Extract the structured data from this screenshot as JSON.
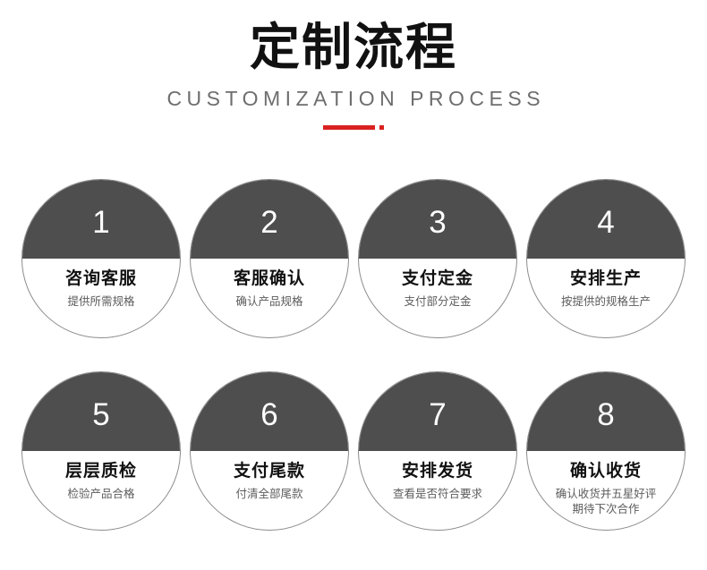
{
  "header": {
    "title": "定制流程",
    "subtitle": "CUSTOMIZATION PROCESS",
    "accent_color": "#d9211f",
    "title_color": "#111111",
    "subtitle_color": "#6e6e6e"
  },
  "style": {
    "circle_dark_color": "#4e4e4e",
    "circle_border_color": "#8c8c8c",
    "circle_bg_color": "#ffffff",
    "number_color": "#ffffff",
    "desc_color": "#5c5c5c"
  },
  "steps": [
    {
      "number": "1",
      "title": "咨询客服",
      "desc": "提供所需规格",
      "desc2": ""
    },
    {
      "number": "2",
      "title": "客服确认",
      "desc": "确认产品规格",
      "desc2": ""
    },
    {
      "number": "3",
      "title": "支付定金",
      "desc": "支付部分定金",
      "desc2": ""
    },
    {
      "number": "4",
      "title": "安排生产",
      "desc": "按提供的规格生产",
      "desc2": ""
    },
    {
      "number": "5",
      "title": "层层质检",
      "desc": "检验产品合格",
      "desc2": ""
    },
    {
      "number": "6",
      "title": "支付尾款",
      "desc": "付清全部尾款",
      "desc2": ""
    },
    {
      "number": "7",
      "title": "安排发货",
      "desc": "查看是否符合要求",
      "desc2": ""
    },
    {
      "number": "8",
      "title": "确认收货",
      "desc": "确认收货并五星好评",
      "desc2": "期待下次合作"
    }
  ]
}
